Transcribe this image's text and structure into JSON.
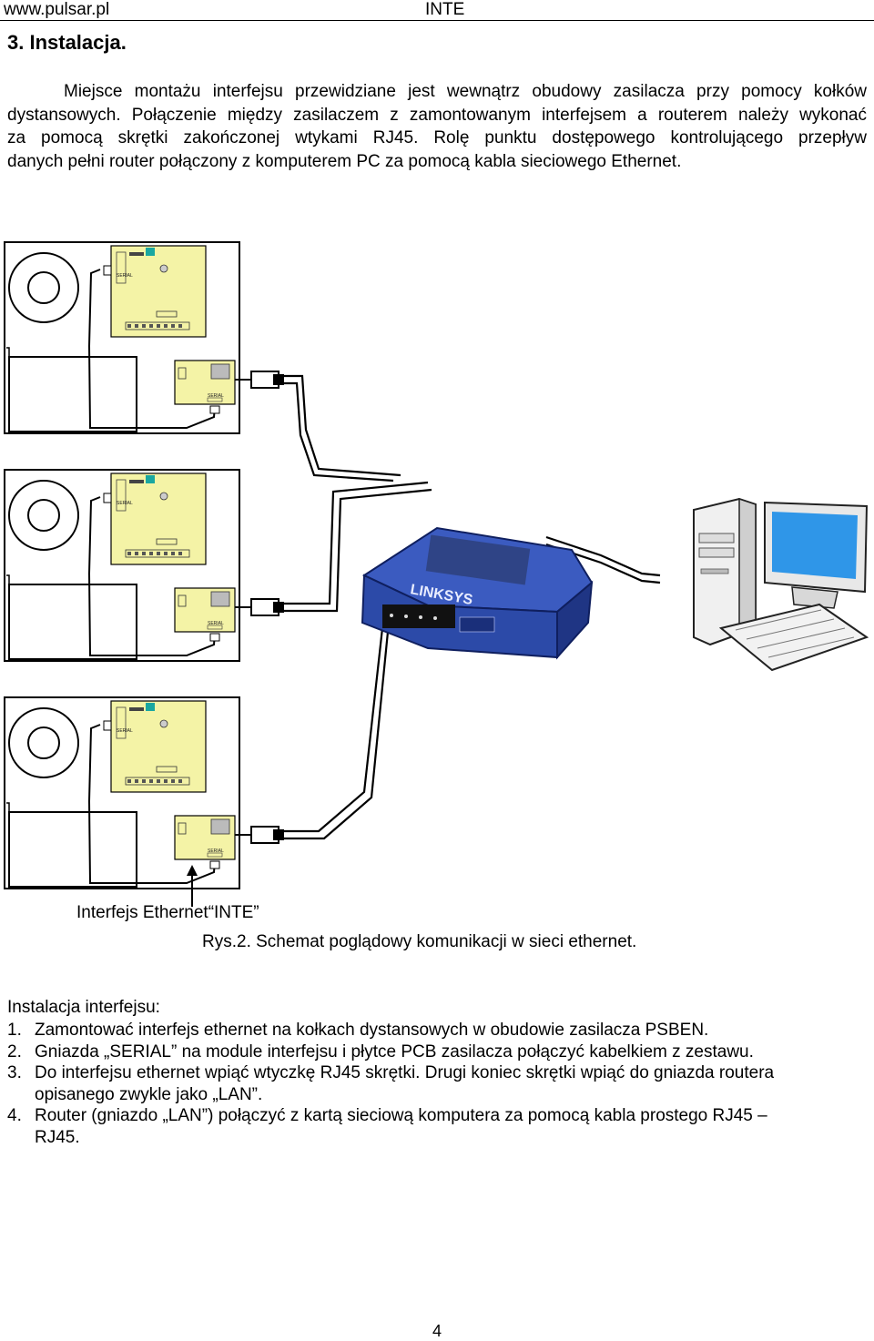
{
  "header": {
    "left": "www.pulsar.pl",
    "center": "INTE"
  },
  "section_title": "3. Instalacja.",
  "intro_lines": [
    "Miejsce montażu interfejsu przewidziane jest wewnątrz obudowy zasilacza przy pomocy kołków",
    "dystansowych. Połączenie między zasilaczem z zamontowanym interfejsem a routerem należy wykonać",
    "za pomocą skrętki zakończonej wtykami RJ45. Rolę punktu dostępowego kontrolującego przepływ",
    "danych pełni router połączony z komputerem PC za pomocą kabla sieciowego Ethernet."
  ],
  "diagram": {
    "serial_label": "SERIAL",
    "router_brand": "LINKSYS",
    "interface_label": "Interfejs Ethernet“INTE”",
    "colors": {
      "pcb": "#f4f3a6",
      "router": "#3d5fc8",
      "screen": "#2f96e8"
    }
  },
  "figure_caption": "Rys.2. Schemat poglądowy komunikacji w sieci ethernet.",
  "instructions_title": "Instalacja interfejsu:",
  "steps": [
    {
      "num": "1.",
      "lines": [
        "Zamontować interfejs ethernet na kołkach dystansowych w obudowie zasilacza PSBEN."
      ]
    },
    {
      "num": "2.",
      "lines": [
        "Gniazda „SERIAL” na module interfejsu i płytce PCB zasilacza połączyć kabelkiem z zestawu."
      ]
    },
    {
      "num": "3.",
      "lines": [
        "Do interfejsu ethernet wpiąć wtyczkę RJ45 skrętki. Drugi koniec skrętki wpiąć do gniazda routera",
        "opisanego zwykle jako „LAN”."
      ]
    },
    {
      "num": "4.",
      "lines": [
        "Router (gniazdo „LAN”) połączyć z kartą sieciową komputera za pomocą kabla prostego RJ45 –",
        "RJ45."
      ]
    }
  ],
  "page_number": "4"
}
